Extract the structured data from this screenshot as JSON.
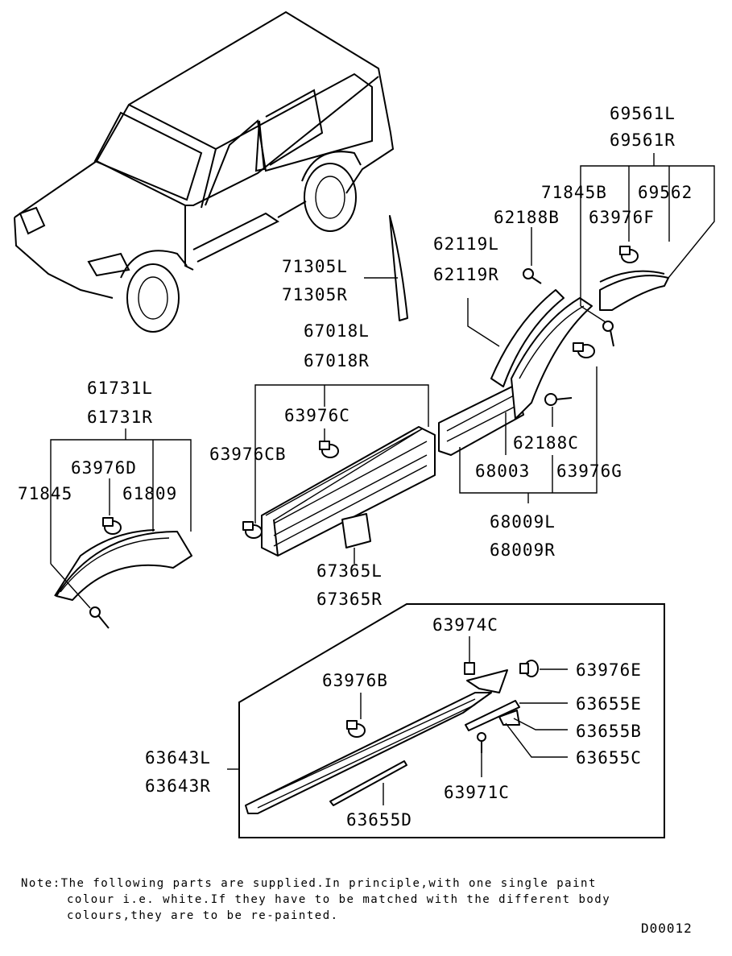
{
  "labels": {
    "l69561L": "69561L",
    "l69561R": "69561R",
    "l71845B": "71845B",
    "l69562": "69562",
    "l62188B": "62188B",
    "l63976F": "63976F",
    "l62119L": "62119L",
    "l62119R": "62119R",
    "l71305L": "71305L",
    "l71305R": "71305R",
    "l67018L": "67018L",
    "l67018R": "67018R",
    "l63976C": "63976C",
    "l63976CB": "63976CB",
    "l61731L": "61731L",
    "l61731R": "61731R",
    "l63976D": "63976D",
    "l71845": "71845",
    "l61809": "61809",
    "l62188C": "62188C",
    "l68003": "68003",
    "l63976G": "63976G",
    "l68009L": "68009L",
    "l68009R": "68009R",
    "l67365L": "67365L",
    "l67365R": "67365R",
    "l63974C": "63974C",
    "l63976B": "63976B",
    "l63976E": "63976E",
    "l63655E": "63655E",
    "l63655B": "63655B",
    "l63655C": "63655C",
    "l63643L": "63643L",
    "l63643R": "63643R",
    "l63971C": "63971C",
    "l63655D": "63655D"
  },
  "note": {
    "line1": "Note:The following parts are supplied.In principle,with one single paint",
    "line2": "colour i.e. white.If they have to be matched with the different body",
    "line3": "colours,they are to be re-painted."
  },
  "diagram_code": "D00012"
}
